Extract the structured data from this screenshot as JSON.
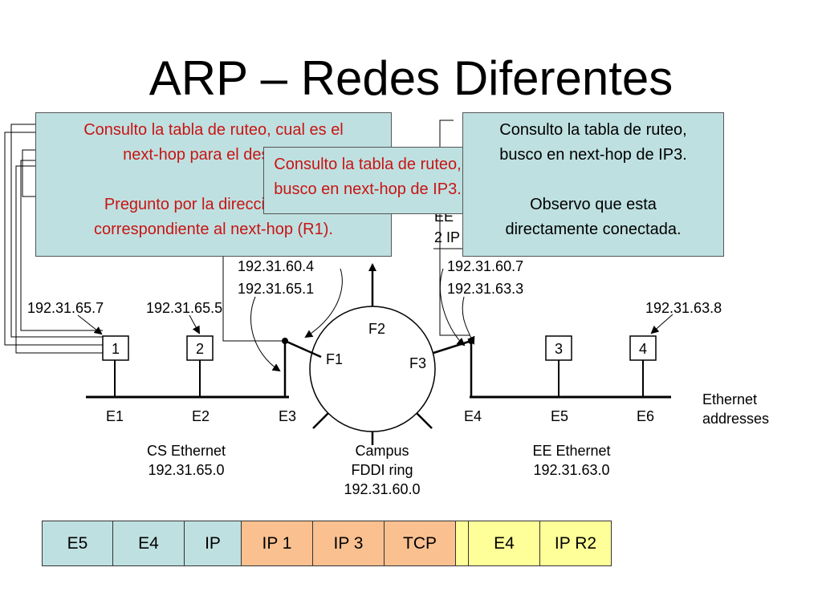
{
  "title": "ARP – Redes Diferentes",
  "network": {
    "cs_ethernet": {
      "name": "CS Ethernet",
      "ip": "192.31.65.0"
    },
    "campus": {
      "line1": "Campus",
      "line2": "FDDI ring",
      "ip": "192.31.60.0"
    },
    "ee_ethernet": {
      "name": "EE Ethernet",
      "ip": "192.31.63.0"
    },
    "ethernet_addresses": {
      "line1": "Ethernet",
      "line2": "addresses"
    },
    "hosts": [
      {
        "label": "1",
        "ip": "192.31.65.7"
      },
      {
        "label": "2",
        "ip": "192.31.65.5"
      },
      {
        "label": "3"
      },
      {
        "label": "4",
        "ip": "192.31.63.8"
      }
    ],
    "router_cs": {
      "fddi_ip": "192.31.60.4",
      "eth_ip": "192.31.65.1"
    },
    "router_ee": {
      "fddi_ip": "192.31.60.7",
      "eth_ip": "192.31.63.3"
    },
    "ring_interfaces": [
      "F1",
      "F2",
      "F3"
    ],
    "ethernet_labels": [
      "E1",
      "E2",
      "E3",
      "E4",
      "E5",
      "E6"
    ],
    "partial_labels": {
      "ee": "EE",
      "ip2": "2 IP"
    }
  },
  "callouts": {
    "left": {
      "line1": "Consulto la tabla de ruteo, cual es el",
      "line2": "next-hop para el destino?",
      "line3": "Pregunto por la dirección MAC",
      "line4": "correspondiente al next-hop (R1)."
    },
    "middle": {
      "line1": "Consulto la tabla de ruteo,",
      "line2": "busco en next-hop de IP3."
    },
    "right": {
      "line1": "Consulto la tabla de ruteo,",
      "line2": "busco en next-hop de IP3.",
      "line3": "Observo que esta",
      "line4": "directamente conectada."
    }
  },
  "frame": [
    {
      "label": "E5",
      "color": "#bfe0e0"
    },
    {
      "label": "E4",
      "color": "#bfe0e0"
    },
    {
      "label": "IP",
      "color": "#bfe0e0"
    },
    {
      "label": "IP 1",
      "color": "#fac090"
    },
    {
      "label": "IP 3",
      "color": "#fac090"
    },
    {
      "label": "TCP",
      "color": "#fac090"
    },
    {
      "label": "",
      "color": "#ffff99"
    },
    {
      "label": "E4",
      "color": "#ffff99"
    },
    {
      "label": "IP R2",
      "color": "#ffff99"
    }
  ]
}
